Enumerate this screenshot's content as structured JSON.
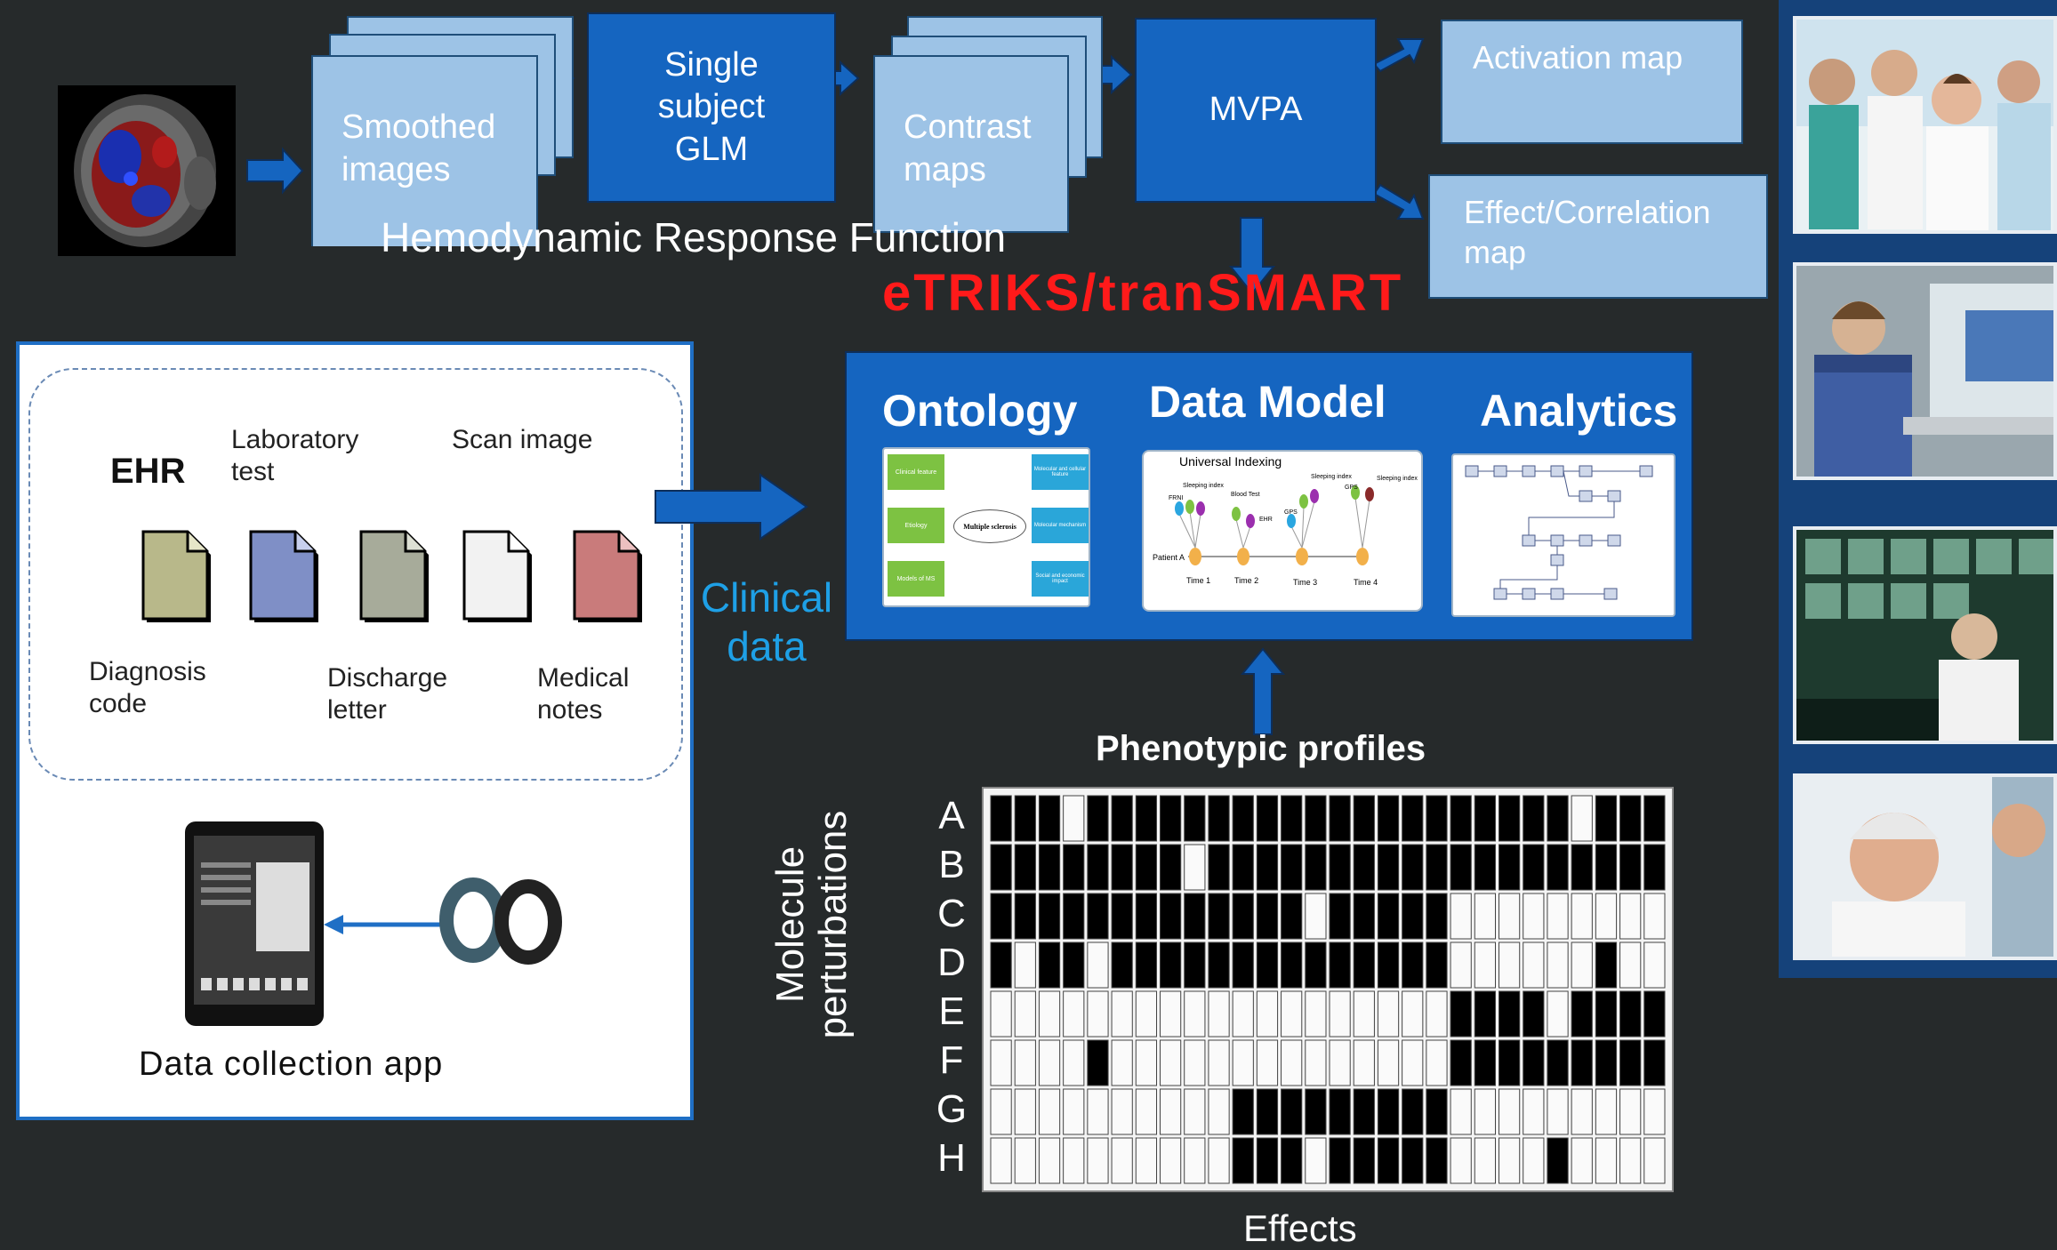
{
  "pipeline": {
    "smoothed_images": "Smoothed images",
    "single_subject_glm": "Single subject GLM",
    "contrast_maps": "Contrast maps",
    "mvpa": "MVPA",
    "activation_map": "Activation map",
    "effect_map": "Effect/Correlation map",
    "hrf": "Hemodynamic Response Function"
  },
  "etriks": "eTRIKS/tranSMART",
  "platform": {
    "ontology": "Ontology",
    "data_model": "Data Model",
    "analytics": "Analytics",
    "ontology_thumb": {
      "left": [
        "Clinical feature",
        "Etiology",
        "Models of MS"
      ],
      "center": "Multiple sclerosis",
      "right": [
        "Molecular and cellular feature",
        "Molecular mechanism",
        "Social and economic impact"
      ]
    },
    "data_model_thumb": {
      "title": "Universal Indexing",
      "labels": [
        "Sleeping index",
        "Blood Test",
        "FRNI",
        "Sleeping index",
        "GPS",
        "Sleeping index",
        "GPS",
        "EHR"
      ],
      "patient": "Patient A",
      "times": [
        "Time 1",
        "Time 2",
        "Time 3",
        "Time 4"
      ]
    }
  },
  "clinical_data": "Clinical data",
  "ehr": {
    "title": "EHR",
    "laboratory_test": "Laboratory test",
    "scan_image": "Scan image",
    "diagnosis_code": "Diagnosis code",
    "discharge_letter": "Discharge letter",
    "medical_notes": "Medical notes",
    "app_label": "Data collection app",
    "file_colors": [
      "#b8b88a",
      "#7f8fc6",
      "#a7ab9a",
      "#f2f2f2",
      "#c97b7b"
    ]
  },
  "phenotypic": {
    "title": "Phenotypic profiles",
    "ylabel_line1": "Molecule",
    "ylabel_line2": "perturbations",
    "xlabel": "Effects",
    "rows": [
      "A",
      "B",
      "C",
      "D",
      "E",
      "F",
      "G",
      "H"
    ],
    "matrix": [
      "1110111111111111111111110111",
      "1111111101111111111111111111",
      "1111111111111011111000000000",
      "1011011111111111111000000100",
      "0000000000000000000111101111",
      "0000100000000000000111111111",
      "0000000000111111111000000000",
      "0000000000111011111000010000"
    ]
  },
  "colors": {
    "accent_blue": "#1565c0",
    "etriks_red": "#ff1a1a",
    "clinical_blue": "#1ea0e6"
  }
}
